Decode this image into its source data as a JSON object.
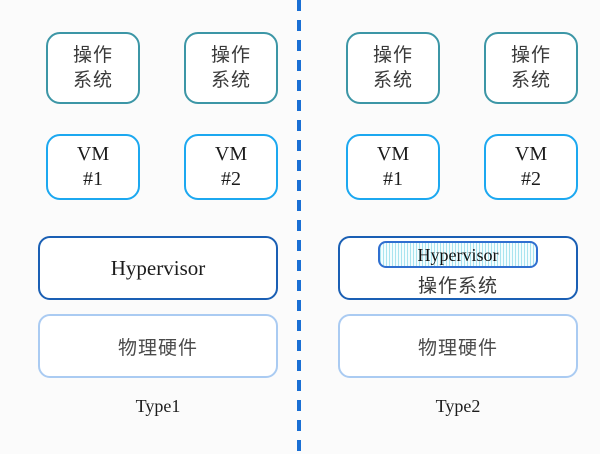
{
  "diagram": {
    "background_color": "#fbfbfb",
    "divider": {
      "name": "vertical-dashed-divider",
      "color": "#1a6fd4",
      "style": "dashed"
    },
    "columns": [
      {
        "id": "type1",
        "caption": "Type1",
        "os_boxes": [
          {
            "line1": "操作",
            "line2": "系统"
          },
          {
            "line1": "操作",
            "line2": "系统"
          }
        ],
        "vm_boxes": [
          {
            "line1": "VM",
            "line2": "#1"
          },
          {
            "line1": "VM",
            "line2": "#2"
          }
        ],
        "platform": {
          "type": "hypervisor-bare-metal",
          "hypervisor_label": "Hypervisor",
          "host_os_label": null
        },
        "hardware_label": "物理硬件"
      },
      {
        "id": "type2",
        "caption": "Type2",
        "os_boxes": [
          {
            "line1": "操作",
            "line2": "系统"
          },
          {
            "line1": "操作",
            "line2": "系统"
          }
        ],
        "vm_boxes": [
          {
            "line1": "VM",
            "line2": "#1"
          },
          {
            "line1": "VM",
            "line2": "#2"
          }
        ],
        "platform": {
          "type": "hypervisor-hosted",
          "hypervisor_label": "Hypervisor",
          "host_os_label": "操作系统"
        },
        "hardware_label": "物理硬件"
      }
    ],
    "colors": {
      "os_box_border": "#3c96a6",
      "vm_box_border": "#1ca8f0",
      "hypervisor_border": "#1a5fb4",
      "nested_hypervisor_border": "#2f6fd0",
      "nested_hypervisor_fill": "#a9e4ef",
      "hardware_border": "#aacbf2",
      "divider": "#1a6fd4",
      "text_dark": "#1c1c1c",
      "text_gray": "#3a3a3a"
    }
  }
}
